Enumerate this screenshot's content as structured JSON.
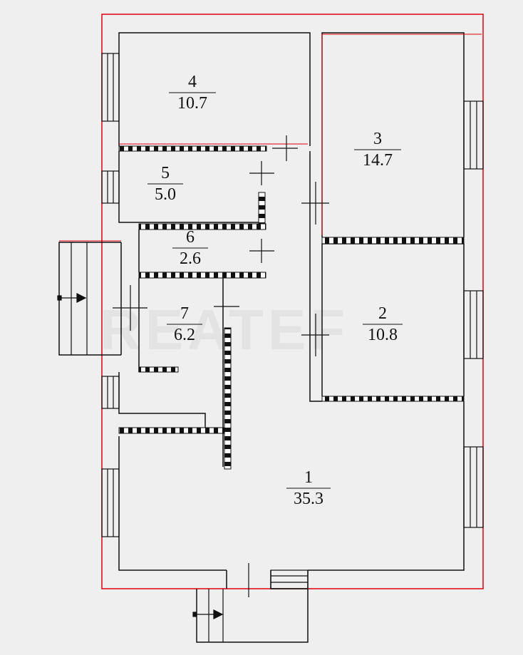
{
  "diagram": {
    "type": "floor-plan",
    "watermark": "REATEF",
    "rooms": [
      {
        "number": "1",
        "area": "35.3"
      },
      {
        "number": "2",
        "area": "10.8"
      },
      {
        "number": "3",
        "area": "14.7"
      },
      {
        "number": "4",
        "area": "10.7"
      },
      {
        "number": "5",
        "area": "5.0"
      },
      {
        "number": "6",
        "area": "2.6"
      },
      {
        "number": "7",
        "area": "6.2"
      }
    ]
  },
  "colors": {
    "outline": "#e0000f",
    "wall": "#111111",
    "background": "#efefef"
  }
}
